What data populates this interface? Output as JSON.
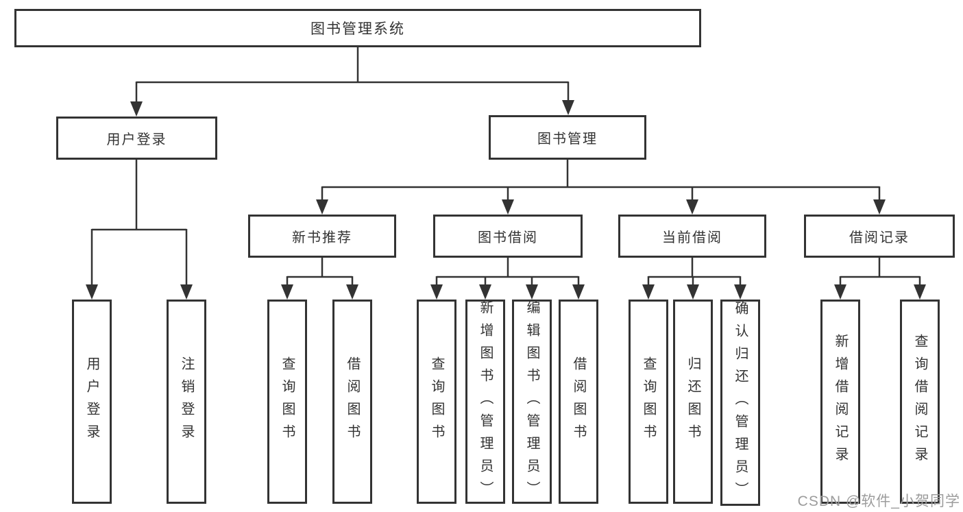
{
  "tree": {
    "root": {
      "label": "图书管理系统"
    },
    "branches": [
      {
        "label": "用户登录",
        "leaves": [
          {
            "label": "用户登录"
          },
          {
            "label": "注销登录"
          }
        ]
      },
      {
        "label": "图书管理",
        "groups": [
          {
            "label": "新书推荐",
            "leaves": [
              {
                "label": "查询图书"
              },
              {
                "label": "借阅图书"
              }
            ]
          },
          {
            "label": "图书借阅",
            "leaves": [
              {
                "label": "查询图书"
              },
              {
                "label": "新增图书（管理员）"
              },
              {
                "label": "编辑图书（管理员）"
              },
              {
                "label": "借阅图书"
              }
            ]
          },
          {
            "label": "当前借阅",
            "leaves": [
              {
                "label": "查询图书"
              },
              {
                "label": "归还图书"
              },
              {
                "label": "确认归还（管理员）"
              }
            ]
          },
          {
            "label": "借阅记录",
            "leaves": [
              {
                "label": "新增借阅记录"
              },
              {
                "label": "查询借阅记录"
              }
            ]
          }
        ]
      }
    ]
  },
  "watermark": "CSDN @软件_小贺同学",
  "colors": {
    "line": "#333333",
    "box_border": "#333333",
    "text": "#333333",
    "watermark": "#9c9c9c",
    "background": "#ffffff"
  }
}
